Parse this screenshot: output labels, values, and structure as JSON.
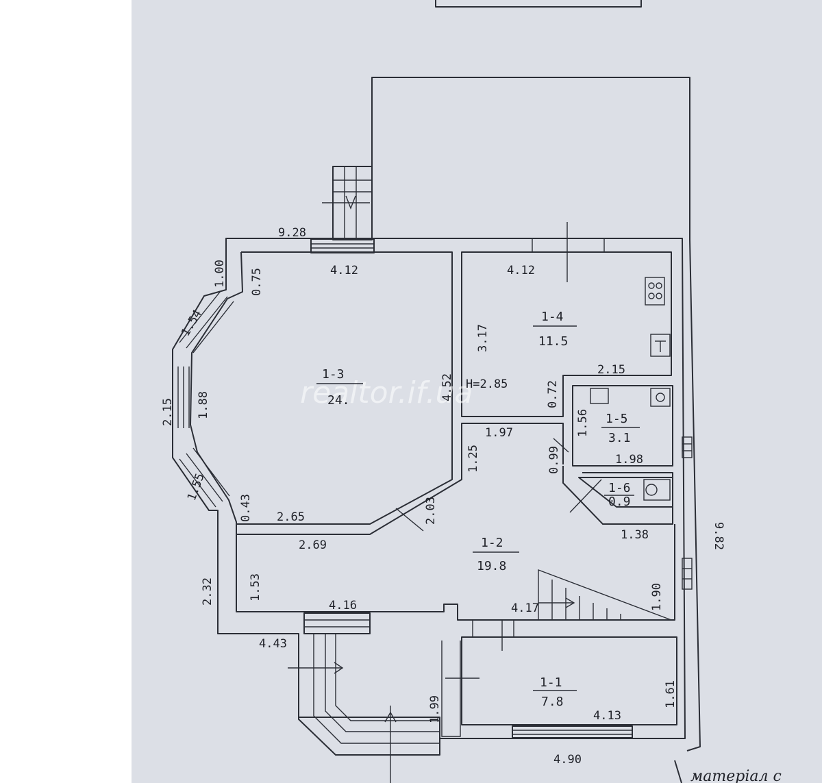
{
  "watermark": "realtor.if.ua",
  "note": "матеріал с",
  "rooms": [
    {
      "id": "1-3",
      "area": "24."
    },
    {
      "id": "1-4",
      "area": "11.5"
    },
    {
      "id": "1-5",
      "area": "3.1"
    },
    {
      "id": "1-6",
      "area": "0.9"
    },
    {
      "id": "1-2",
      "area": "19.8"
    },
    {
      "id": "1-1",
      "area": "7.8"
    }
  ],
  "height_label": "H=2.85",
  "dims": [
    "9.28",
    "1.00",
    "0.75",
    "4.12",
    "4.12",
    "1.54",
    "3.17",
    "4.52",
    "2.15",
    "2.15",
    "1.88",
    "0.72",
    "1.97",
    "1.56",
    "1.98",
    "1.25",
    "0.99",
    "1.55",
    "0.43",
    "2.65",
    "2.03",
    "1.38",
    "9.82",
    "2.69",
    "2.32",
    "1.53",
    "1.90",
    "4.16",
    "4.17",
    "4.43",
    "1.99",
    "1.61",
    "4.13",
    "4.90"
  ]
}
